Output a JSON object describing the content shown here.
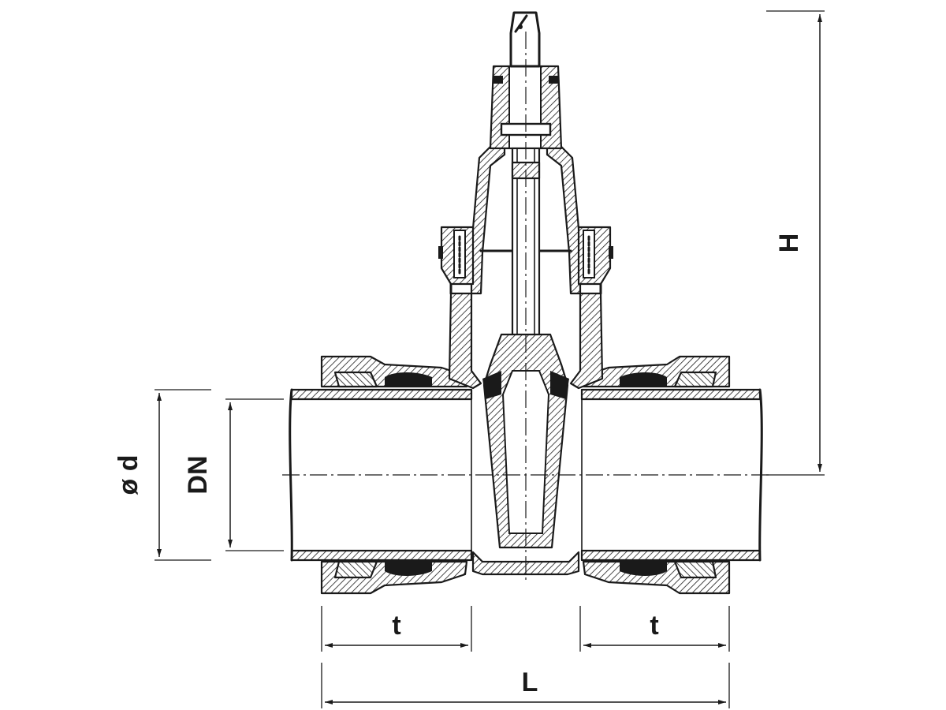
{
  "labels": {
    "height": "H",
    "outer_diameter": "ø d",
    "nominal_diameter": "DN",
    "socket_depth_left": "t",
    "socket_depth_right": "t",
    "length": "L"
  }
}
